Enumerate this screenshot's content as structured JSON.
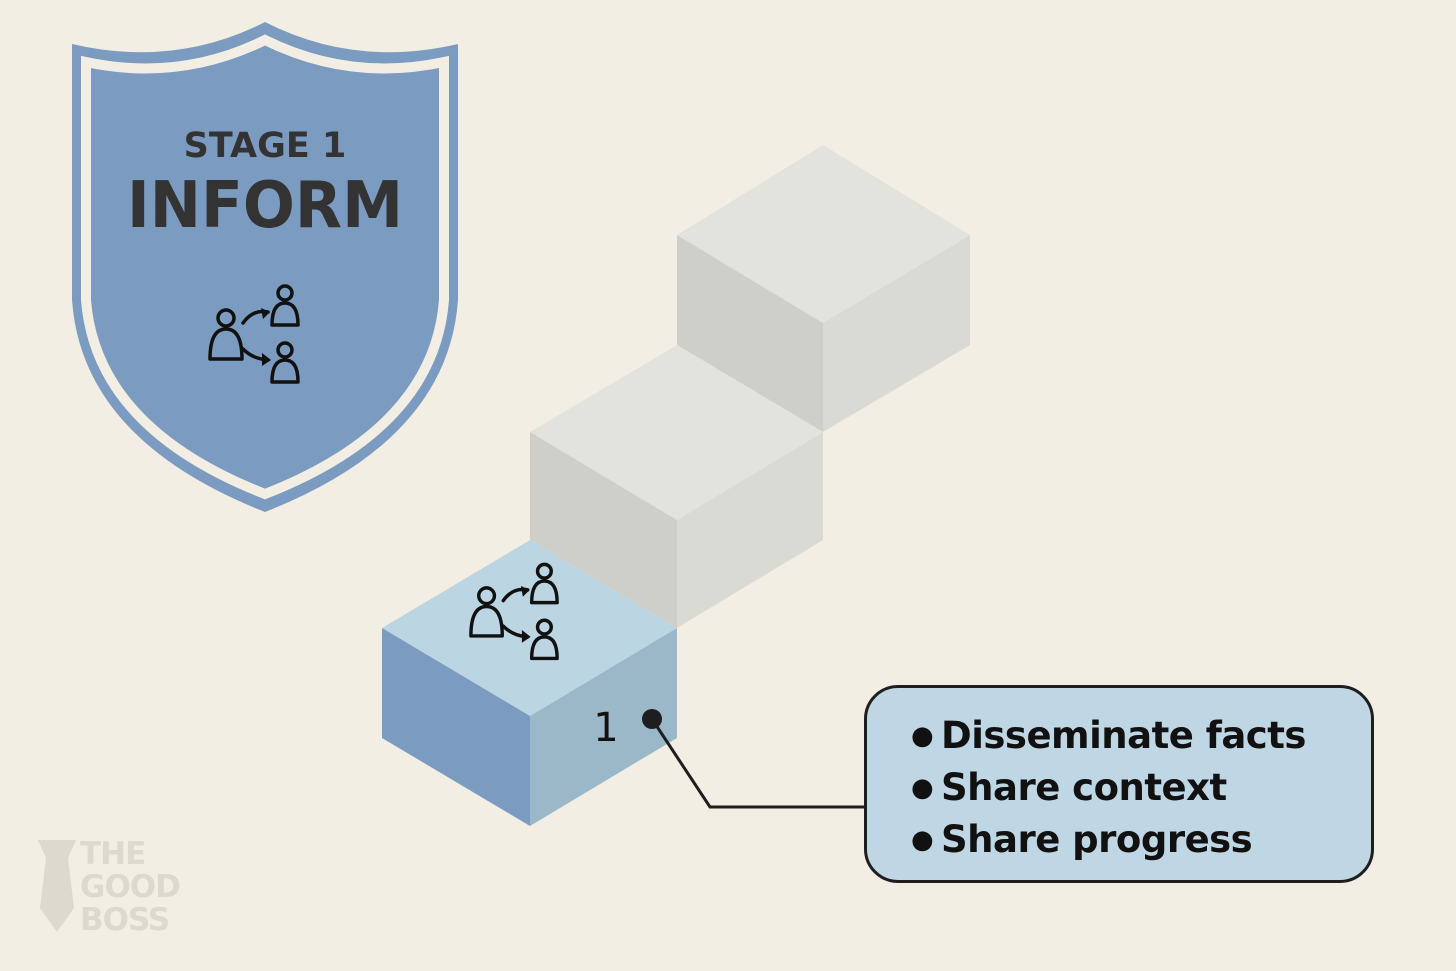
{
  "badge": {
    "stage_label": "STAGE 1",
    "title": "INFORM",
    "icon": "people-share-icon",
    "fill_color": "#7B9BC0",
    "border_color": "#F2EEE4"
  },
  "steps": [
    {
      "label": "1",
      "icon": "people-share-icon",
      "active": true
    },
    {
      "label": "",
      "active": false
    },
    {
      "label": "",
      "active": false
    }
  ],
  "callout": {
    "items": [
      "Disseminate facts",
      "Share context",
      "Share progress"
    ],
    "fill_color": "#BFD6E4"
  },
  "logo": {
    "lines": [
      "THE",
      "GOOD",
      "BOSS"
    ],
    "icon": "necktie-icon"
  },
  "colors": {
    "background": "#F2EEE4",
    "active_top": "#BCD5E3",
    "active_left": "#7B9BC0",
    "active_right": "#9BB8C9",
    "inactive_top": "#E3E3DE",
    "inactive_left": "#CFCFC9",
    "inactive_right": "#DADAD5"
  }
}
